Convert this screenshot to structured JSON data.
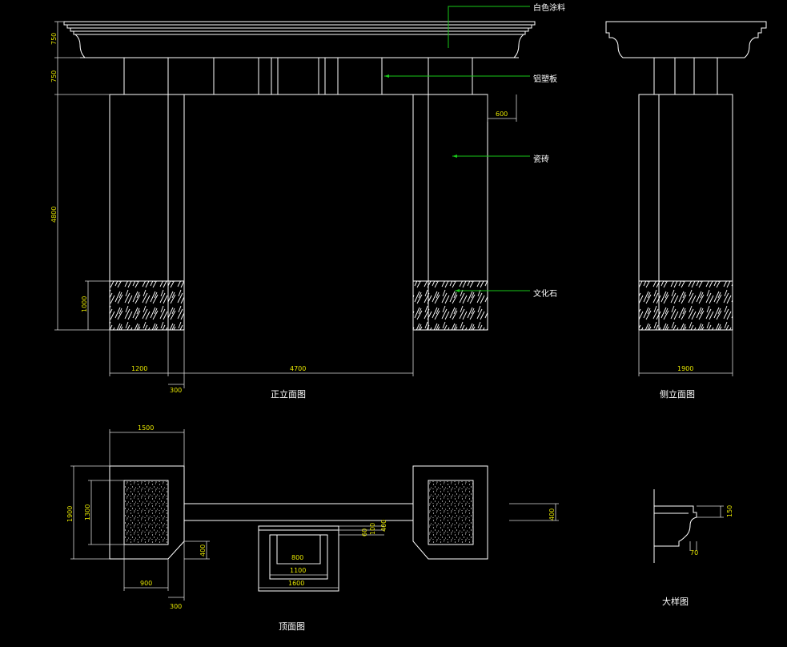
{
  "colors": {
    "background": "#000000",
    "lines": "#ffffff",
    "dimension_text": "#e8e800",
    "leader": "#19c819"
  },
  "front": {
    "title": "正立面图",
    "notes": {
      "white_paint": "白色涂料",
      "aluminum_panel": "铝塑板",
      "tile": "瓷砖",
      "culture_stone": "文化石"
    },
    "dims": {
      "h750a": "750",
      "h750b": "750",
      "h4800": "4800",
      "h1000": "1000",
      "w600": "600",
      "w1200": "1200",
      "w4700": "4700",
      "w300": "300"
    }
  },
  "side": {
    "title": "侧立面图",
    "dims": {
      "w1900": "1900"
    }
  },
  "plan": {
    "title": "顶面图",
    "dims": {
      "w1500": "1500",
      "h1900": "1900",
      "h1300": "1300",
      "d400a": "400",
      "w900": "900",
      "w300": "300",
      "w800": "800",
      "w1100": "1100",
      "w1600": "1600",
      "d60": "60",
      "d100": "100",
      "d400b": "400",
      "d400c": "400"
    }
  },
  "detail": {
    "title": "大样图",
    "dims": {
      "d150": "150",
      "d70": "70"
    }
  }
}
